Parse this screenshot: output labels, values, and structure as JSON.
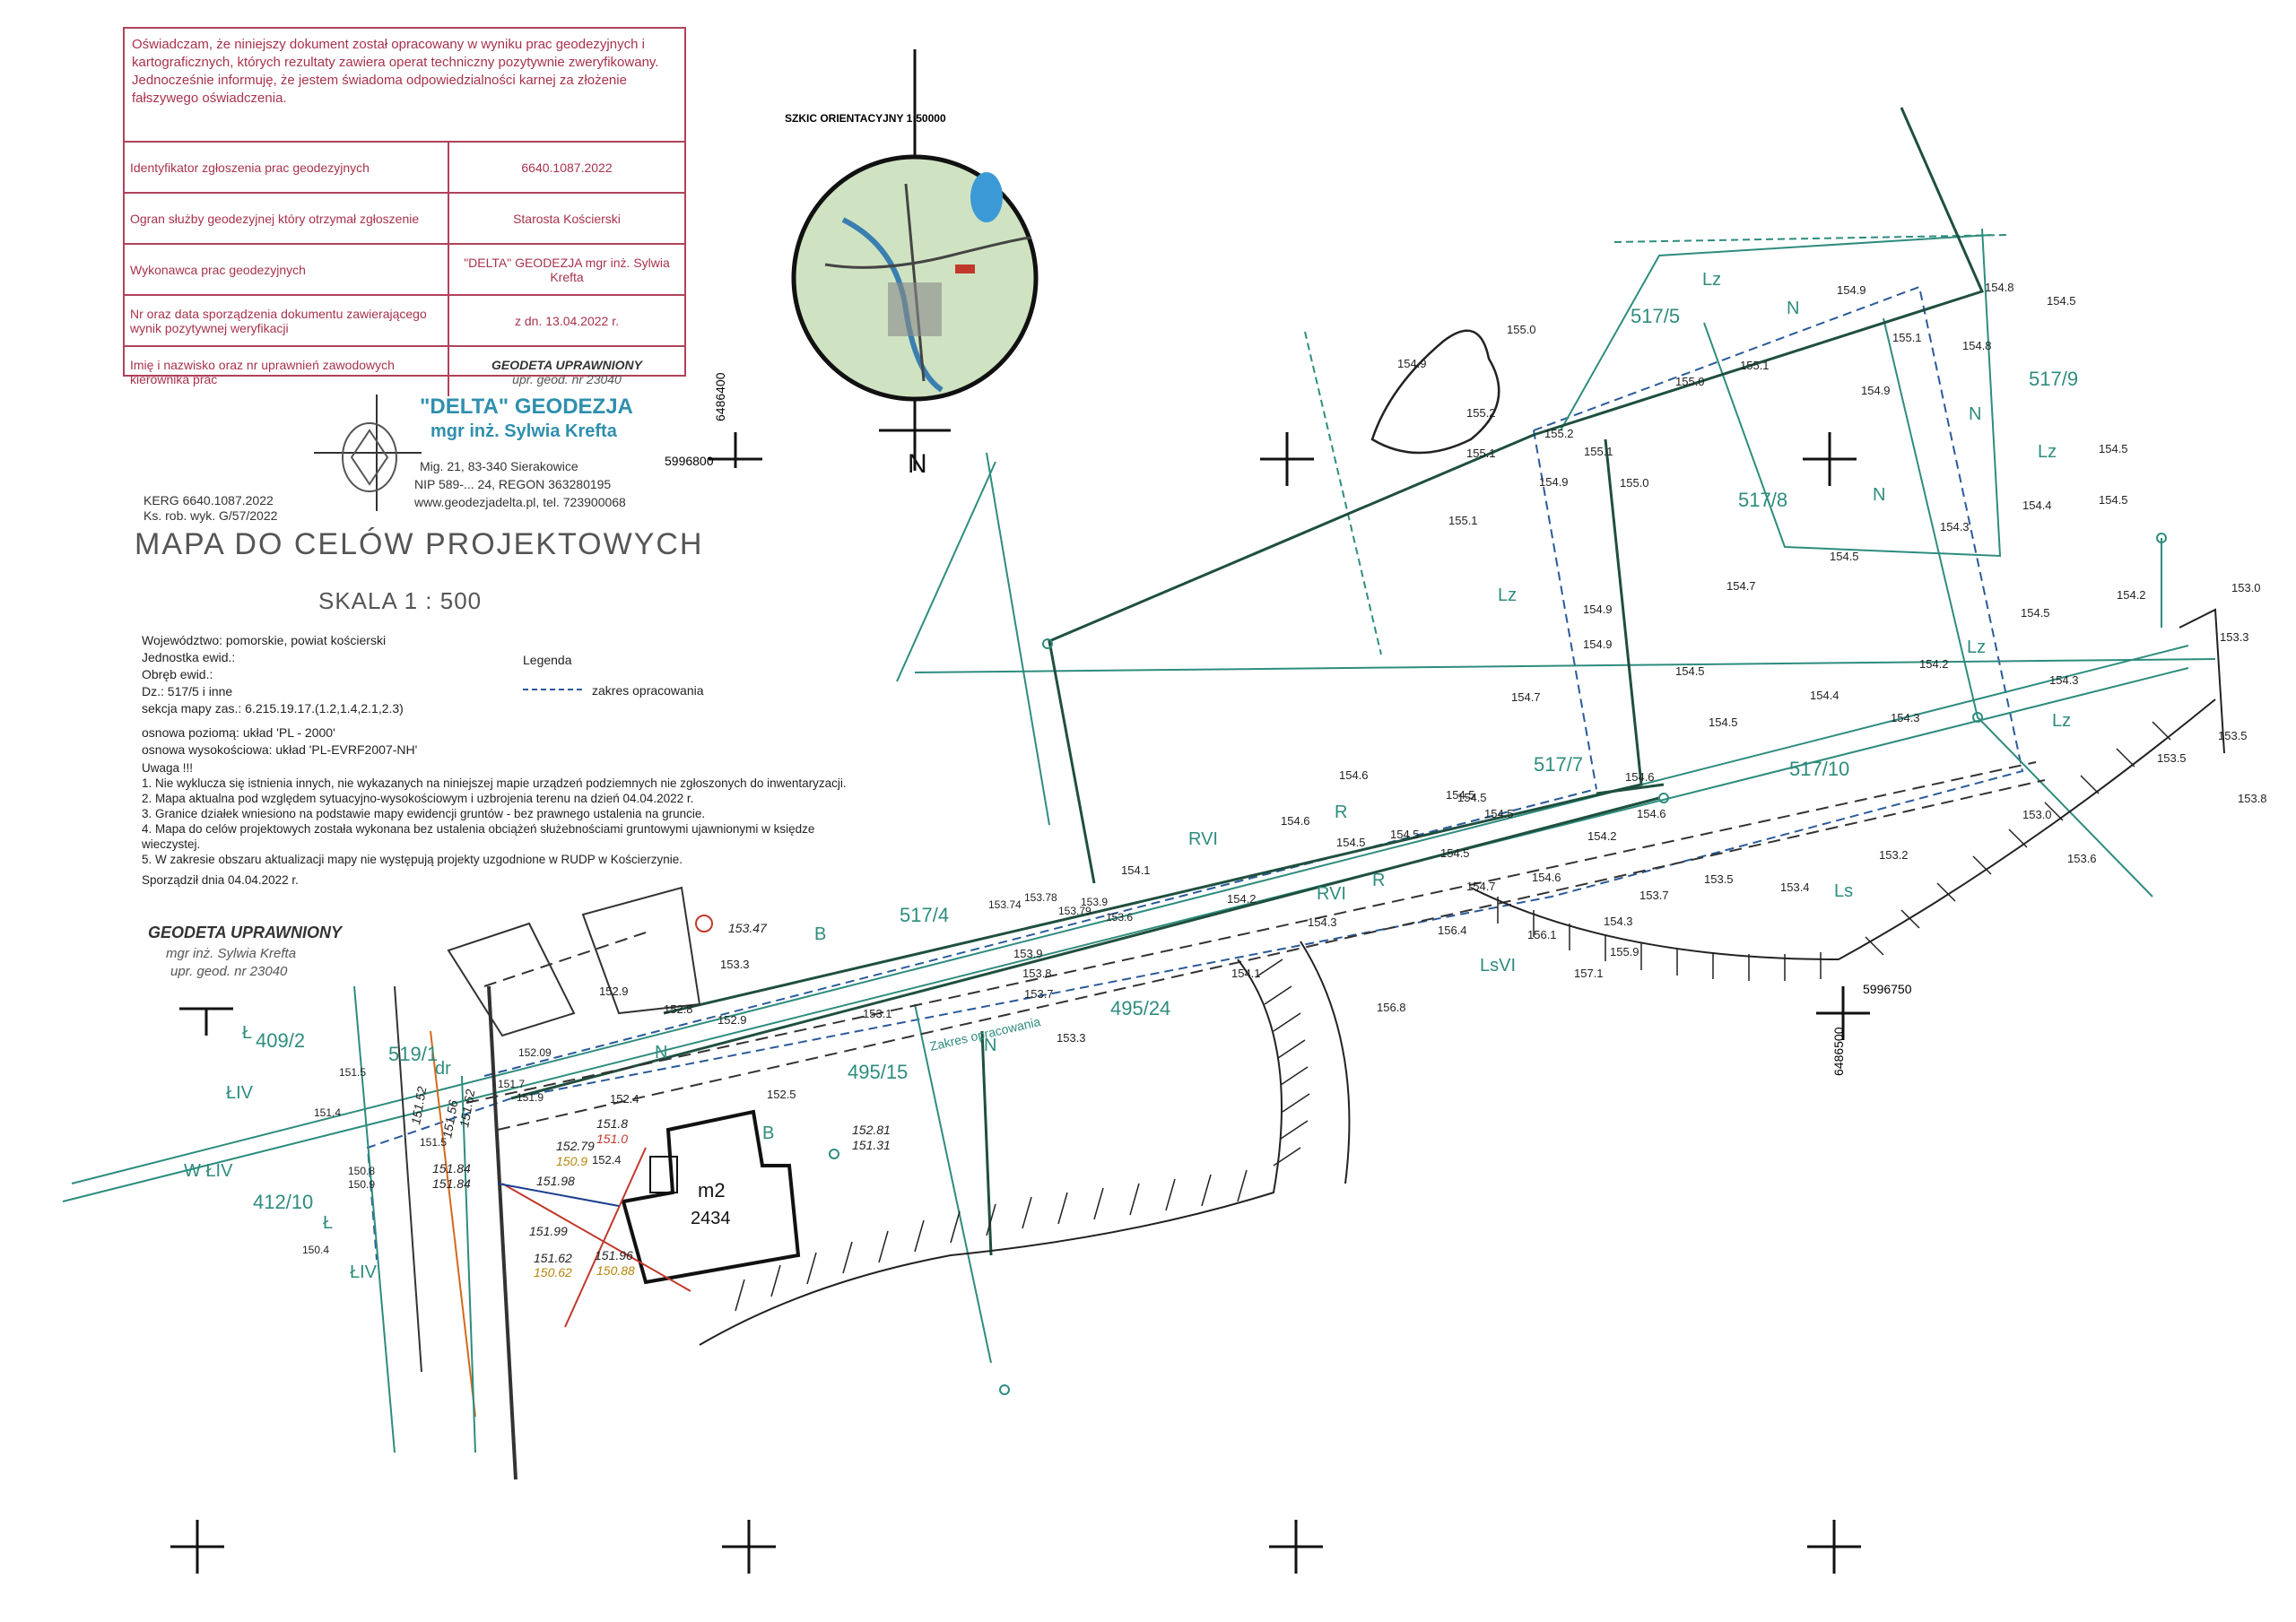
{
  "certification": {
    "declaration": "Oświadczam, że niniejszy dokument został opracowany w wyniku prac geodezyjnych i kartograficznych, których rezultaty zawiera operat techniczny pozytywnie zweryfikowany. Jednocześnie informuję, że jestem świadoma odpowiedzialności karnej za złożenie fałszywego oświadczenia.",
    "rows": [
      {
        "label": "Identyfikator zgłoszenia prac geodezyjnych",
        "value": "6640.1087.2022"
      },
      {
        "label": "Ogran służby geodezyjnej który otrzymał zgłoszenie",
        "value": "Starosta Kościerski"
      },
      {
        "label": "Wykonawca prac geodezyjnych",
        "value": "\"DELTA\" GEODEZJA mgr inż. Sylwia Krefta"
      },
      {
        "label": "Nr oraz data sporządzenia dokumentu zawierającego wynik pozytywnej weryfikacji",
        "value": "z dn. 13.04.2022 r."
      },
      {
        "label": "Imię i nazwisko oraz nr uprawnień zawodowych kierownika prac",
        "value": "GEODETA UPRAWNIONY"
      }
    ],
    "stamp_license": "upr. geod. nr 23040"
  },
  "sketch": {
    "title": "SZKIC ORIENTACYJNY 1:50000",
    "north": "N"
  },
  "firm": {
    "name": "\"DELTA\" GEODEZJA",
    "person": "mgr inż. Sylwia Krefta",
    "address": "Mig. 21, 83-340 Sierakowice",
    "nip": "NIP 589-... 24, REGON 363280195",
    "web": "www.geodezjadelta.pl, tel. 723900068"
  },
  "header": {
    "kerg": "KERG 6640.1087.2022",
    "ks": "Ks. rob. wyk. G/57/2022",
    "title": "MAPA DO CELÓW PROJEKTOWYCH",
    "scale": "SKALA 1 : 500"
  },
  "meta": {
    "wojewodztwo": "Województwo: pomorskie, powiat kościerski",
    "jednostka": "Jednostka ewid.:",
    "obreb": "Obręb ewid.:",
    "dz": "Dz.: 517/5 i inne",
    "sekcja": "sekcja mapy zas.: 6.215.19.17.(1.2,1.4,2.1,2.3)",
    "poziom": "osnowa poziomą: układ 'PL - 2000'",
    "wysok": "osnowa wysokościowa: układ 'PL-EVRF2007-NH'"
  },
  "legend": {
    "title": "Legenda",
    "item": "zakres opracowania"
  },
  "notes": {
    "head": "Uwaga !!!",
    "items": [
      "1. Nie wyklucza się istnienia innych, nie wykazanych na niniejszej mapie urządzeń podziemnych nie zgłoszonych do inwentaryzacji.",
      "2. Mapa aktualna pod względem sytuacyjno-wysokościowym i uzbrojenia terenu na dzień 04.04.2022 r.",
      "3. Granice działek wniesiono na podstawie mapy ewidencji gruntów - bez prawnego ustalenia na gruncie.",
      "4. Mapa do celów projektowych została wykonana bez ustalenia obciążeń służebnościami gruntowymi ujawnionymi w księdze wieczystej.",
      "5. W zakresie obszaru aktualizacji mapy nie występują projekty uzgodnione w RUDP w Kościerzynie."
    ],
    "date": "Sporządził dnia 04.04.2022 r."
  },
  "signer": {
    "title": "GEODETA UPRAWNIONY",
    "name": "mgr inż. Sylwia Krefta",
    "license": "upr. geod. nr 23040"
  },
  "map": {
    "coords": [
      "5996800",
      "6486400",
      "5996750",
      "6486500"
    ],
    "parcels": [
      "517/5",
      "517/9",
      "517/8",
      "517/7",
      "517/10",
      "517/4",
      "495/24",
      "495/15",
      "519/1",
      "409/2",
      "412/10"
    ],
    "landuse": [
      "Lz",
      "N",
      "RVI",
      "R",
      "B",
      "ŁIV",
      "Ł",
      "W ŁIV",
      "dr",
      "LsVI",
      "Ls"
    ],
    "building": {
      "label": "m2",
      "number": "2434"
    },
    "range_label": "Zakres opracowania",
    "elevations": [
      {
        "v": "155.0"
      },
      {
        "v": "154.9"
      },
      {
        "v": "155.2"
      },
      {
        "v": "155.2"
      },
      {
        "v": "155.1"
      },
      {
        "v": "155.1"
      },
      {
        "v": "154.9"
      },
      {
        "v": "155.0"
      },
      {
        "v": "155.1"
      },
      {
        "v": "155.0"
      },
      {
        "v": "155.1"
      },
      {
        "v": "154.9"
      },
      {
        "v": "155.1"
      },
      {
        "v": "154.9"
      },
      {
        "v": "154.8"
      },
      {
        "v": "154.8"
      },
      {
        "v": "154.5"
      },
      {
        "v": "154.5"
      },
      {
        "v": "154.5"
      },
      {
        "v": "154.4"
      },
      {
        "v": "154.5"
      },
      {
        "v": "154.3"
      },
      {
        "v": "154.5"
      },
      {
        "v": "154.7"
      },
      {
        "v": "154.9"
      },
      {
        "v": "154.9"
      },
      {
        "v": "154.5"
      },
      {
        "v": "154.4"
      },
      {
        "v": "154.2"
      },
      {
        "v": "154.7"
      },
      {
        "v": "154.5"
      },
      {
        "v": "154.2"
      },
      {
        "v": "154.3"
      },
      {
        "v": "154.3"
      },
      {
        "v": "153.0"
      },
      {
        "v": "153.3"
      },
      {
        "v": "153.5"
      },
      {
        "v": "153.5"
      },
      {
        "v": "153.8"
      },
      {
        "v": "153.0"
      },
      {
        "v": "153.6"
      },
      {
        "v": "154.5"
      },
      {
        "v": "154.6"
      },
      {
        "v": "154.6"
      },
      {
        "v": "154.5"
      },
      {
        "v": "154.5"
      },
      {
        "v": "154.5"
      },
      {
        "v": "154.5"
      },
      {
        "v": "154.6"
      },
      {
        "v": "154.5"
      },
      {
        "v": "154.6"
      },
      {
        "v": "154.2"
      },
      {
        "v": "154.1"
      },
      {
        "v": "154.7"
      },
      {
        "v": "154.6"
      },
      {
        "v": "154.2"
      },
      {
        "v": "154.3"
      },
      {
        "v": "154.1"
      },
      {
        "v": "153.9"
      },
      {
        "v": "153.8"
      },
      {
        "v": "153.7"
      },
      {
        "v": "153.5"
      },
      {
        "v": "153.4"
      },
      {
        "v": "153.2"
      },
      {
        "v": "153.7"
      },
      {
        "v": "154.3"
      },
      {
        "v": "155.9"
      },
      {
        "v": "157.1"
      },
      {
        "v": "156.1"
      },
      {
        "v": "156.4"
      },
      {
        "v": "156.8"
      },
      {
        "v": "153.3"
      },
      {
        "v": "153.3"
      },
      {
        "v": "153.1"
      },
      {
        "v": "152.9"
      },
      {
        "v": "152.9"
      },
      {
        "v": "152.8"
      },
      {
        "v": "152.5"
      },
      {
        "v": "152.4"
      },
      {
        "v": "152.4"
      },
      {
        "v": "153.47"
      },
      {
        "v": "152.81"
      },
      {
        "v": "151.31"
      },
      {
        "v": "152.79"
      },
      {
        "v": "151.0"
      },
      {
        "v": "151.8"
      },
      {
        "v": "150.9"
      },
      {
        "v": "151.98"
      },
      {
        "v": "151.99"
      },
      {
        "v": "151.96"
      },
      {
        "v": "150.88"
      },
      {
        "v": "151.62"
      },
      {
        "v": "150.62"
      },
      {
        "v": "151.84"
      },
      {
        "v": "151.84"
      },
      {
        "v": "151.52"
      },
      {
        "v": "151.56"
      },
      {
        "v": "151.62"
      },
      {
        "v": "151.5"
      },
      {
        "v": "151.4"
      },
      {
        "v": "150.8"
      },
      {
        "v": "150.9"
      },
      {
        "v": "150.4"
      },
      {
        "v": "151.5"
      },
      {
        "v": "151.7"
      },
      {
        "v": "151.9"
      },
      {
        "v": "152.09"
      },
      {
        "v": "153.74"
      },
      {
        "v": "153.78"
      },
      {
        "v": "153.79"
      },
      {
        "v": "153.9"
      },
      {
        "v": "153.6"
      }
    ]
  },
  "colors": {
    "stamp": "#b0425a",
    "teal": "#2e8c7e",
    "line": "#1f4f3f",
    "dark": "#222222",
    "firm": "#2f8fae"
  }
}
